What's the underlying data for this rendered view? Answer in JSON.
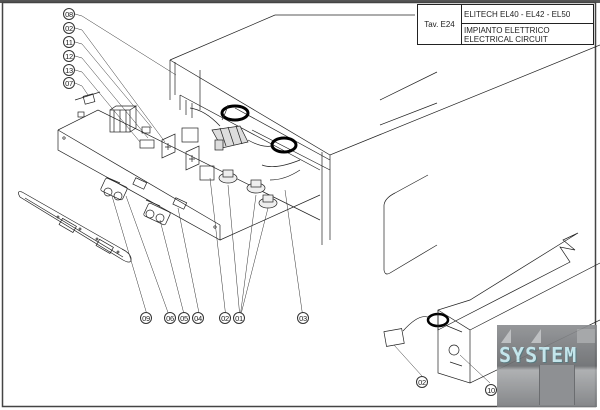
{
  "title_block": {
    "table_ref": "Tav. E24",
    "model": "ELITECH EL40 - EL42 - EL50",
    "title_it": "IMPIANTO ELETTRICO",
    "title_en": "ELECTRICAL CIRCUIT"
  },
  "callouts": [
    {
      "id": "c08a",
      "label": "08"
    },
    {
      "id": "c02a",
      "label": "02"
    },
    {
      "id": "c11",
      "label": "11"
    },
    {
      "id": "c12",
      "label": "12"
    },
    {
      "id": "c13",
      "label": "13"
    },
    {
      "id": "c07",
      "label": "07"
    },
    {
      "id": "c09",
      "label": "09"
    },
    {
      "id": "c06",
      "label": "06"
    },
    {
      "id": "c05",
      "label": "05"
    },
    {
      "id": "c04",
      "label": "04"
    },
    {
      "id": "c02b",
      "label": "02"
    },
    {
      "id": "c01",
      "label": "01"
    },
    {
      "id": "c03",
      "label": "03"
    },
    {
      "id": "c02c",
      "label": "02"
    },
    {
      "id": "c10",
      "label": "10"
    }
  ],
  "watermark": {
    "text": "SYSTEM"
  }
}
